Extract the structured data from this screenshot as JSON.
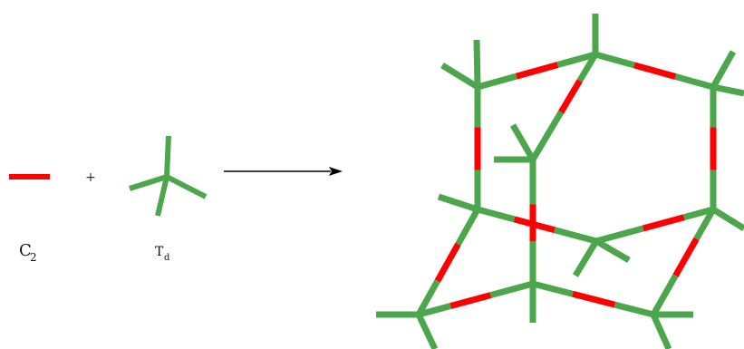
{
  "colors": {
    "tetrahedral_node": "#4ca64c",
    "linker": "#ff0000",
    "arrow": "#000000"
  },
  "reaction": {
    "linker_symbol": "C",
    "linker_subscript": "2",
    "operator": "+",
    "node_symbol": "T",
    "node_subscript": "d"
  }
}
